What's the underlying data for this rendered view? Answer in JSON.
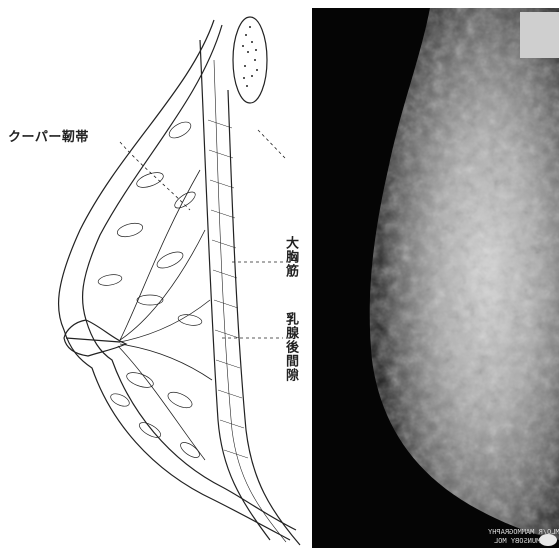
{
  "labels": {
    "cooper_ligament": "クーパー靭帯",
    "pectoralis_major": "大胸筋",
    "retromammary_space": "乳腺後間隙"
  },
  "xray": {
    "caption_line1": "MLO/R MAMMOGRAPHY",
    "caption_line2": "MUNSOBY MOL"
  },
  "colors": {
    "ink": "#222222",
    "xray_background": "#050505",
    "paper": "#ffffff"
  }
}
